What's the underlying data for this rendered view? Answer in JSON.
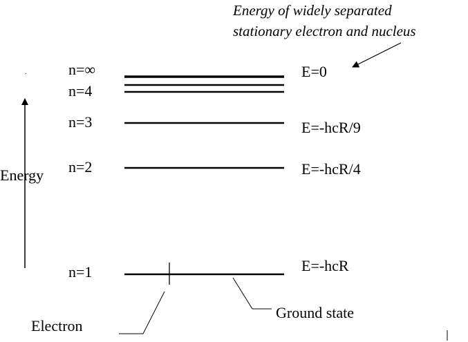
{
  "annotation": {
    "line1": "Energy of widely separated",
    "line2": "stationary electron and nucleus"
  },
  "levels": [
    {
      "n_label": "n=∞",
      "energy_label": "E=0"
    },
    {
      "n_label": "n=4",
      "energy_label": ""
    },
    {
      "n_label": "n=3",
      "energy_label": "E=-hcR/9"
    },
    {
      "n_label": "n=2",
      "energy_label": "E=-hcR/4"
    },
    {
      "n_label": "n=1",
      "energy_label": "E=-hcR"
    }
  ],
  "axis_label": "Energy",
  "electron_label": "Electron",
  "ground_state_label": "Ground state",
  "colors": {
    "ink": "#000000",
    "background": "#ffffff"
  }
}
